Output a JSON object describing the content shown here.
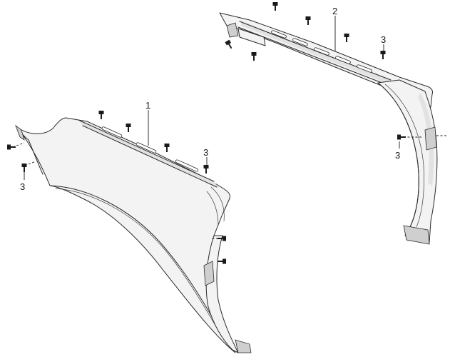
{
  "callouts": {
    "part_1": "1",
    "part_2": "2",
    "part_3_a": "3",
    "part_3_b": "3",
    "part_3_c": "3",
    "part_3_d": "3"
  },
  "colors": {
    "line": "#2a2a2a",
    "panel_fill": "#f3f3f3",
    "background": "#ffffff"
  }
}
